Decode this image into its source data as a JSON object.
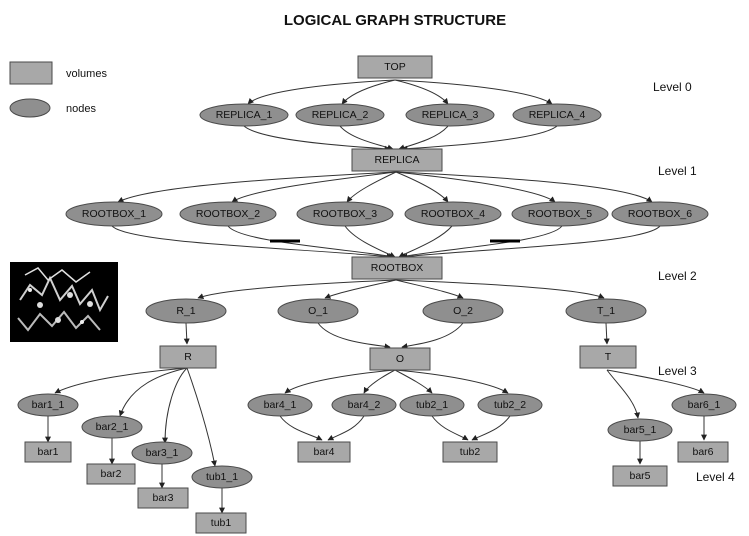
{
  "title": "LOGICAL GRAPH STRUCTURE",
  "legend": {
    "volumes": "volumes",
    "nodes": "nodes"
  },
  "levels": [
    "Level 0",
    "Level 1",
    "Level 2",
    "Level 3",
    "Level 4"
  ],
  "volumes": {
    "top": "TOP",
    "replica": "REPLICA",
    "rootbox": "ROOTBOX",
    "r": "R",
    "o": "O",
    "t": "T",
    "bar1": "bar1",
    "bar2": "bar2",
    "bar3": "bar3",
    "tub1": "tub1",
    "bar4": "bar4",
    "tub2": "tub2",
    "bar5": "bar5",
    "bar6": "bar6"
  },
  "nodes": {
    "replica_1": "REPLICA_1",
    "replica_2": "REPLICA_2",
    "replica_3": "REPLICA_3",
    "replica_4": "REPLICA_4",
    "rootbox_1": "ROOTBOX_1",
    "rootbox_2": "ROOTBOX_2",
    "rootbox_3": "ROOTBOX_3",
    "rootbox_4": "ROOTBOX_4",
    "rootbox_5": "ROOTBOX_5",
    "rootbox_6": "ROOTBOX_6",
    "r_1": "R_1",
    "o_1": "O_1",
    "o_2": "O_2",
    "t_1": "T_1",
    "bar1_1": "bar1_1",
    "bar2_1": "bar2_1",
    "bar3_1": "bar3_1",
    "tub1_1": "tub1_1",
    "bar4_1": "bar4_1",
    "bar4_2": "bar4_2",
    "tub2_1": "tub2_1",
    "tub2_2": "tub2_2",
    "bar5_1": "bar5_1",
    "bar6_1": "bar6_1"
  }
}
